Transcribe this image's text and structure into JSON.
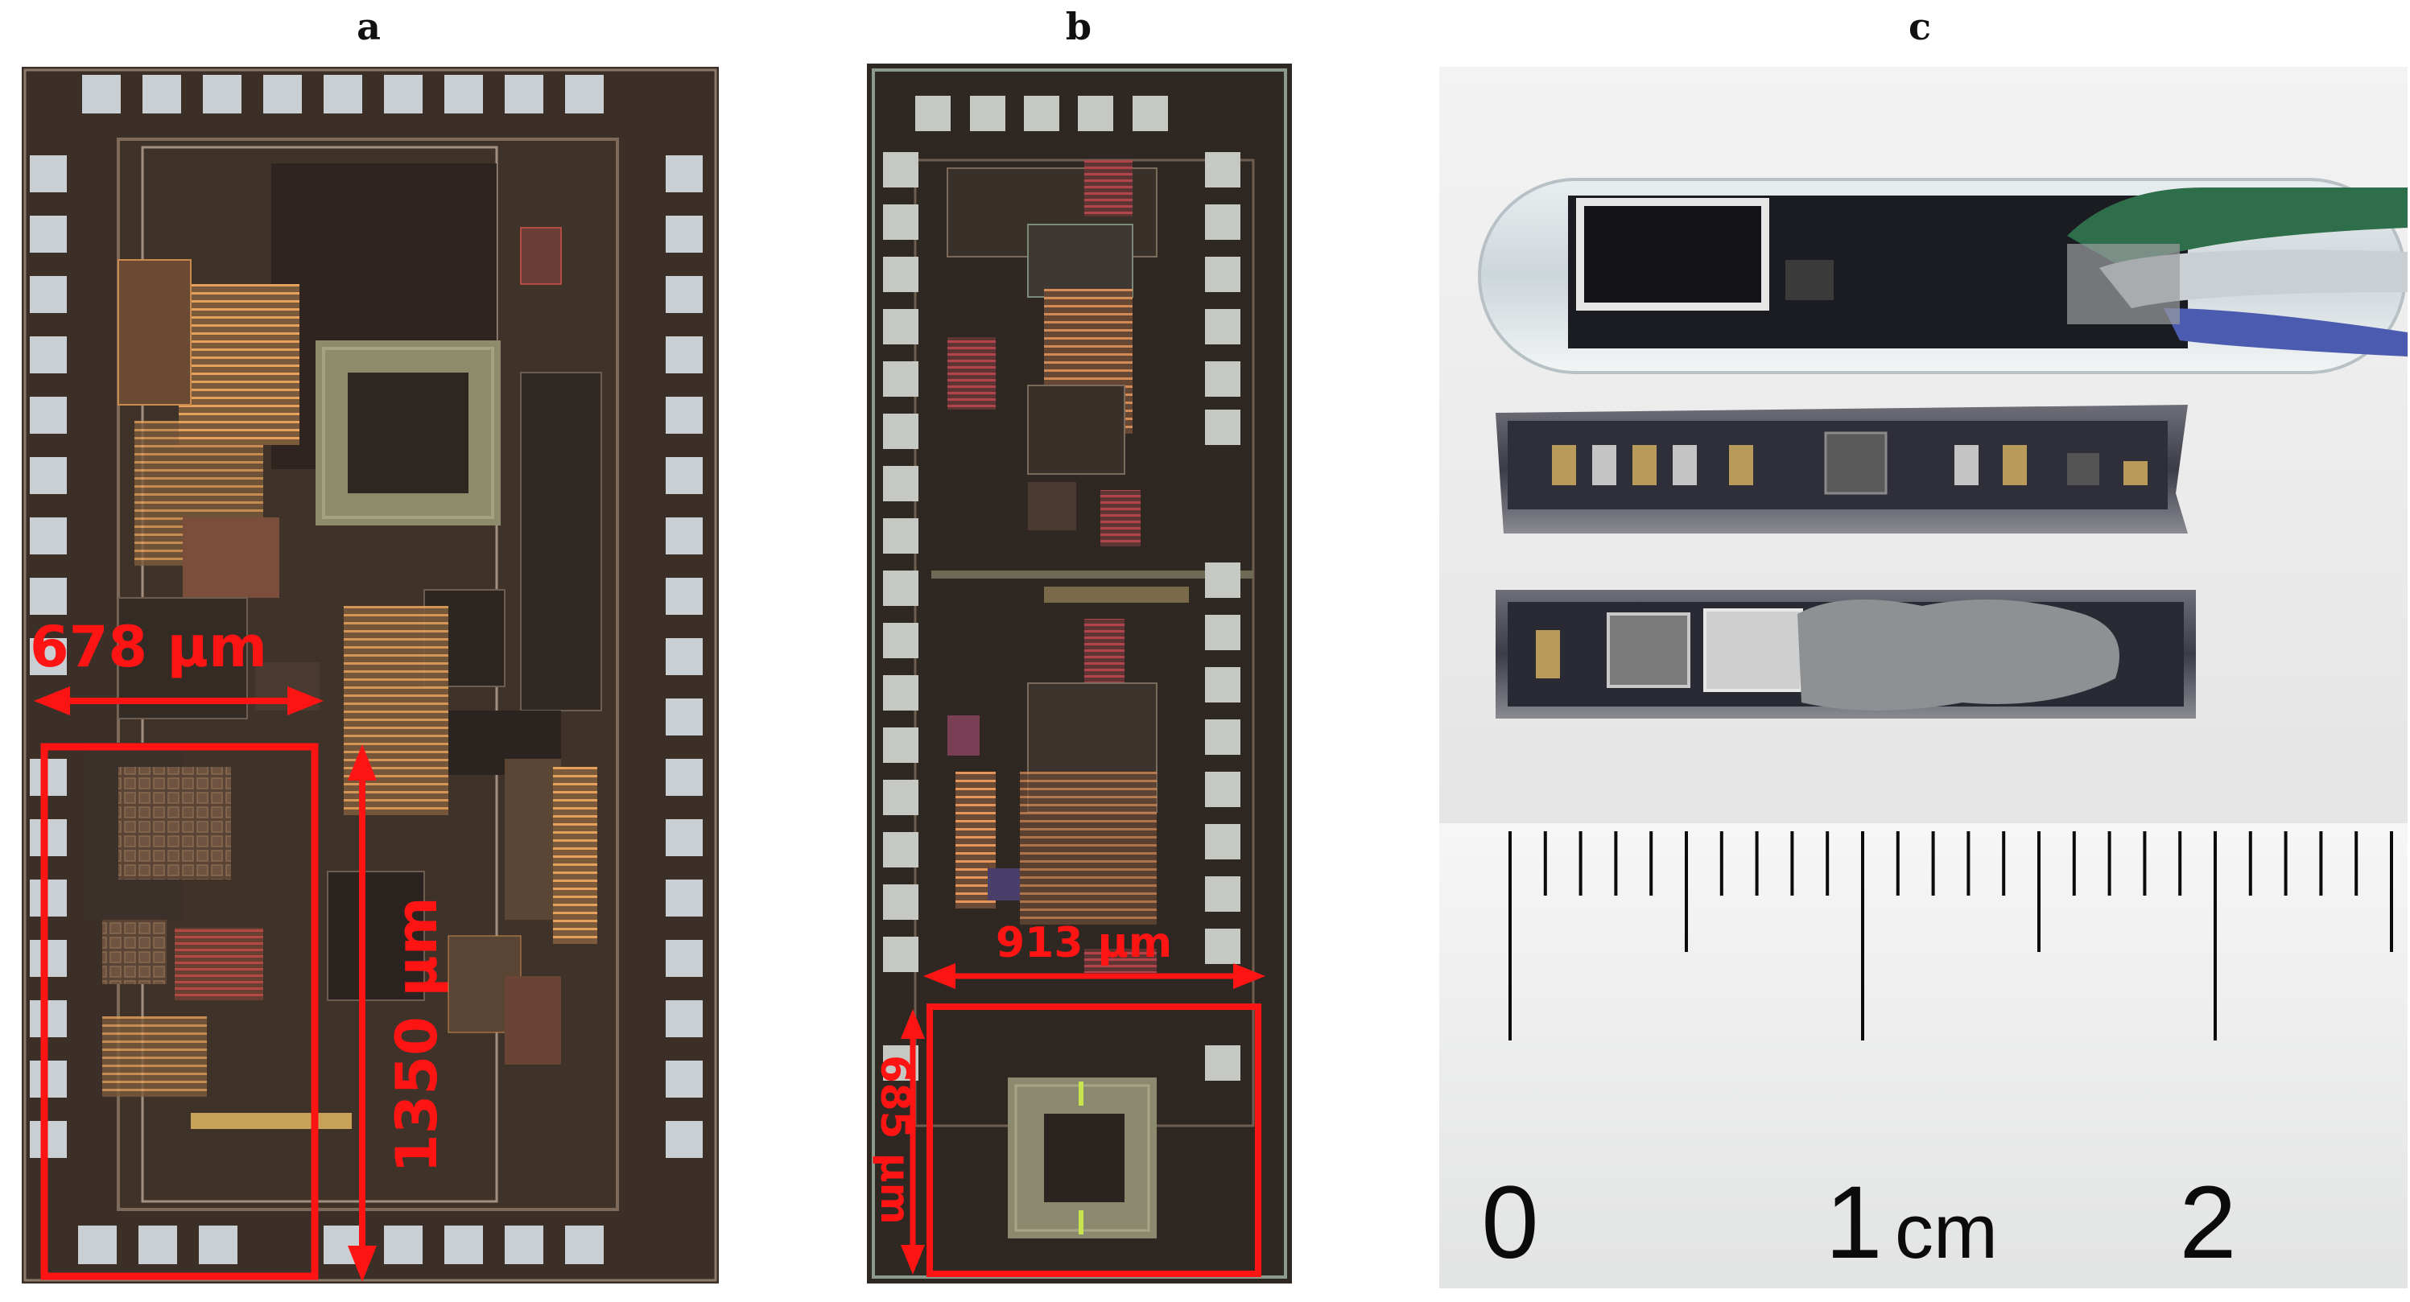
{
  "panels": [
    {
      "id": "a",
      "label": "a",
      "width_annotation": "678 µm",
      "height_annotation": "1350 µm"
    },
    {
      "id": "b",
      "label": "b",
      "width_annotation": "913 µm",
      "height_annotation": "685 µm"
    },
    {
      "id": "c",
      "label": "c",
      "ruler": {
        "tick0": "0",
        "tick1": "1",
        "unit": "cm",
        "tick2": "2"
      }
    }
  ],
  "colors": {
    "annotation_red": "#ff1414",
    "die_background": "#3a2f27",
    "pad": "#c9cfd2",
    "ruler_bg": "#e9eaea"
  }
}
